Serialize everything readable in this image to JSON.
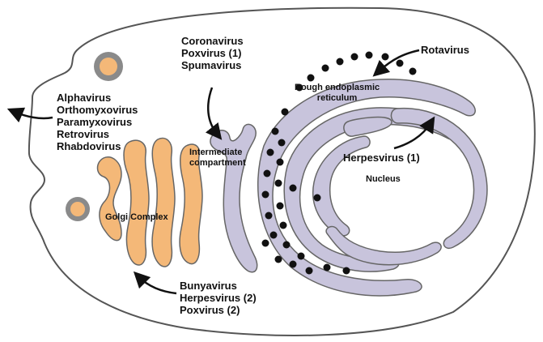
{
  "colors": {
    "golgi": "#f4b878",
    "er": "#c8c4dc",
    "outline": "#555555",
    "vesicle_ring": "#8a8a8a",
    "ribosome": "#111111"
  },
  "labels": {
    "group_upper_left": [
      "Alphavirus",
      "Orthomyxovirus",
      "Paramyxovirus",
      "Retrovirus",
      "Rhabdovirus"
    ],
    "group_top_center": [
      "Coronavirus",
      "Poxvirus (1)",
      "Spumavirus"
    ],
    "rotavirus": "Rotavirus",
    "rough_er": [
      "Rough endoplasmic",
      "reticulum"
    ],
    "intermediate": [
      "Intermediate",
      "compartment"
    ],
    "herpes1": "Herpesvirus (1)",
    "nucleus": "Nucleus",
    "golgi": "Golgi Complex",
    "group_bottom": [
      "Bunyavirus",
      "Herpesvirus (2)",
      "Poxvirus (2)"
    ]
  }
}
